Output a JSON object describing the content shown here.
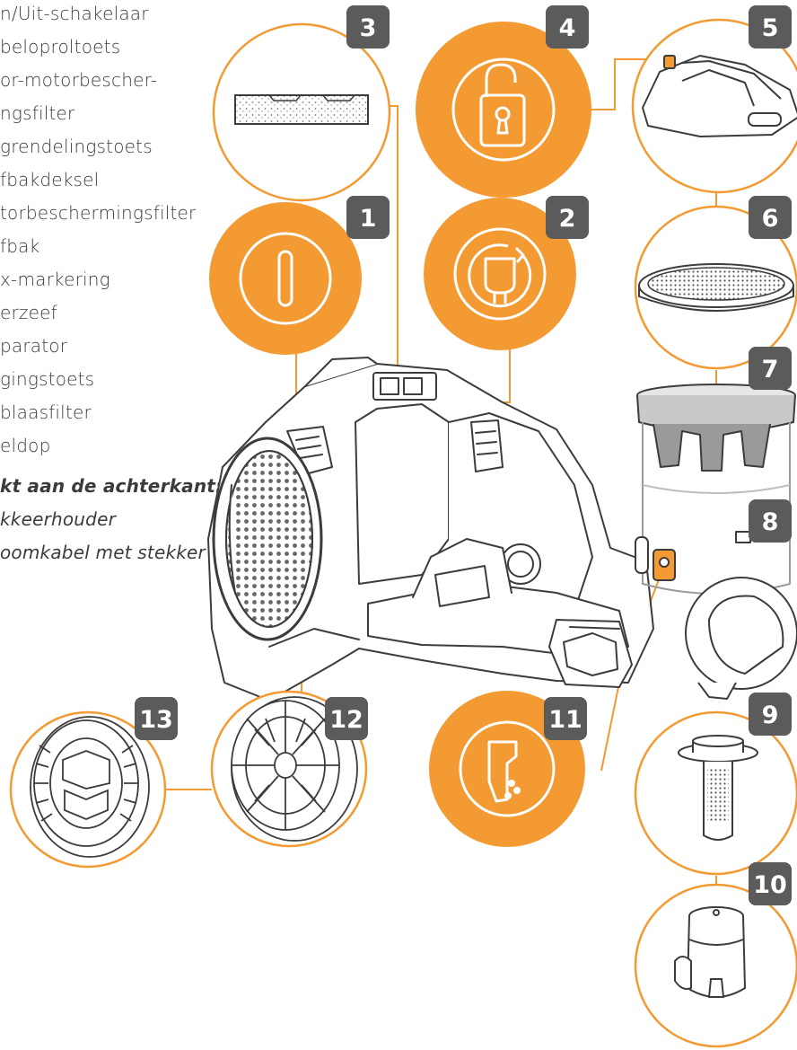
{
  "legend": {
    "lines": [
      "n/Uit-schakelaar",
      "beloproltoets",
      "or-motorbescher-",
      "ngsfilter",
      "grendelingstoets",
      "fbakdeksel",
      "torbeschermingsfilter",
      "fbak",
      "x-markering",
      "erzeef",
      "parator",
      "gingstoets",
      "blaasfilter",
      "eldop"
    ],
    "back_heading": "kt aan de achterkant:",
    "back_items": [
      "kkeerhouder",
      "oomkabel met stekker"
    ]
  },
  "callouts": [
    {
      "number": "1",
      "symbol": "power-switch-icon"
    },
    {
      "number": "2",
      "symbol": "cable-rewind-icon"
    },
    {
      "number": "3",
      "symbol": "pre-motor-filter"
    },
    {
      "number": "4",
      "symbol": "unlock-icon"
    },
    {
      "number": "5",
      "symbol": "bin-lid"
    },
    {
      "number": "6",
      "symbol": "post-motor-filter"
    },
    {
      "number": "7",
      "symbol": "bin"
    },
    {
      "number": "8",
      "symbol": "max-marking"
    },
    {
      "number": "9",
      "symbol": "shroud"
    },
    {
      "number": "10",
      "symbol": "separator"
    },
    {
      "number": "11",
      "symbol": "bin-release-icon"
    },
    {
      "number": "12",
      "symbol": "exhaust-filter"
    },
    {
      "number": "13",
      "symbol": "end-cap"
    }
  ],
  "colors": {
    "accent": "#f39a33",
    "badge": "#5b5b5b",
    "line": "#3c3c3c",
    "white": "#ffffff"
  }
}
